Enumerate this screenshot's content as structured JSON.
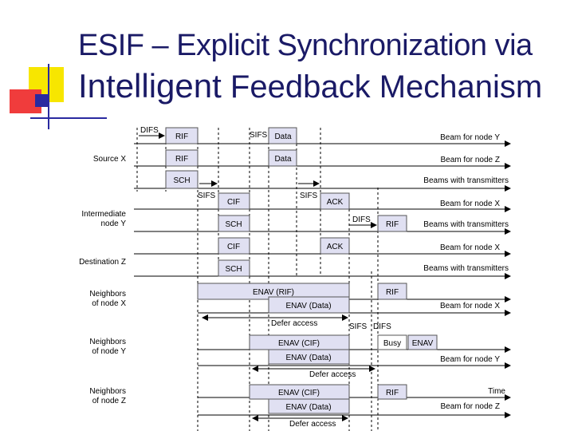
{
  "title": {
    "line1": "ESIF – Explicit Synchronization via",
    "line2a": "Intelligent",
    "line2b": " Feedback Mechanism"
  },
  "colors": {
    "title": "#1a1a66",
    "accent_yellow": "#f7e600",
    "accent_red": "#f03c3c",
    "accent_blue": "#2a2aa0",
    "frame_fill": "#e0e0f2"
  },
  "rows": {
    "source_x": "Source X",
    "intermediate_y_1": "Intermediate",
    "intermediate_y_2": "node Y",
    "destination_z": "Destination Z",
    "neighbors_x_1": "Neighbors",
    "neighbors_x_2": "of node X",
    "neighbors_y_1": "Neighbors",
    "neighbors_y_2": "of node Y",
    "neighbors_z_1": "Neighbors",
    "neighbors_z_2": "of node Z"
  },
  "frames": {
    "rif": "RIF",
    "data": "Data",
    "sch": "SCH",
    "cif": "CIF",
    "ack": "ACK",
    "enav_rif": "ENAV (RIF)",
    "enav_data": "ENAV (Data)",
    "enav_cif": "ENAV (CIF)",
    "busy": "Busy",
    "enav": "ENAV"
  },
  "intervals": {
    "difs": "DIFS",
    "sifs": "SIFS",
    "defer": "Defer access"
  },
  "beams": {
    "node_y": "Beam for node Y",
    "node_z": "Beam for node Z",
    "node_x": "Beam for node X",
    "with_tx": "Beams with transmitters",
    "time": "Time"
  }
}
